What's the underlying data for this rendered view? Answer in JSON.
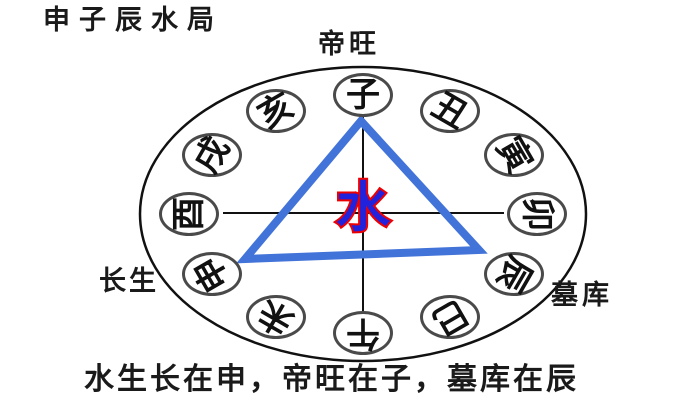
{
  "title": "申子辰水局",
  "caption": "水生长在申，帝旺在子，墓库在辰",
  "center_label": "水",
  "position_labels": {
    "top": "帝旺",
    "left": "长生",
    "right": "墓库"
  },
  "branches": [
    {
      "name": "zi",
      "char": "子"
    },
    {
      "name": "chou",
      "char": "丑"
    },
    {
      "name": "yin",
      "char": "寅"
    },
    {
      "name": "mao",
      "char": "卯"
    },
    {
      "name": "chen",
      "char": "辰"
    },
    {
      "name": "si",
      "char": "巳"
    },
    {
      "name": "wu",
      "char": "午"
    },
    {
      "name": "wei",
      "char": "未"
    },
    {
      "name": "shen",
      "char": "申"
    },
    {
      "name": "you",
      "char": "酉"
    },
    {
      "name": "xu",
      "char": "戌"
    },
    {
      "name": "hai",
      "char": "亥"
    }
  ],
  "triangle_vertices": [
    "子",
    "辰",
    "申"
  ],
  "colors": {
    "triangle": "#4273d8",
    "center_fill": "#2222dd",
    "center_outline": "#ee0000",
    "ring_stroke": "#111111",
    "branch_circle_stroke": "#4a4a4a",
    "ink": "#1a1a1a"
  }
}
